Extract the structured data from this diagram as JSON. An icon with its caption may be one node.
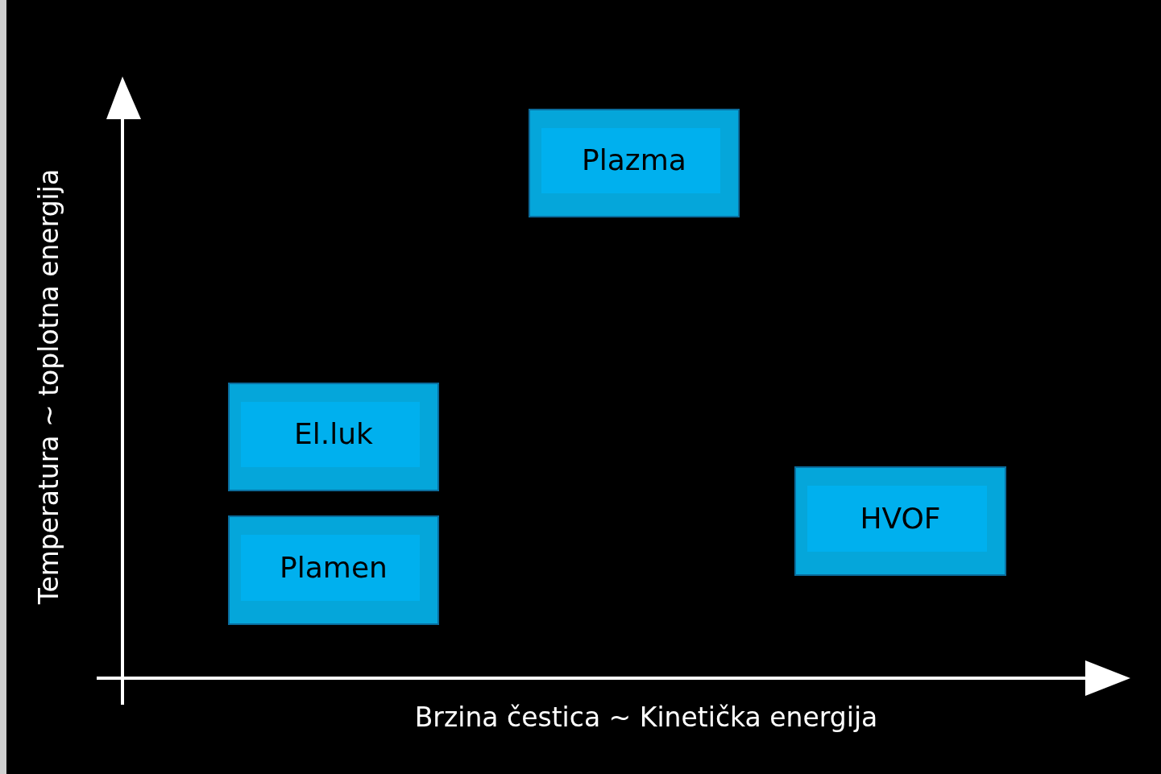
{
  "diagram": {
    "nodes": [
      {
        "text": [
          "Plazma"
        ]
      },
      {
        "text": [
          "El.luk"
        ]
      },
      {
        "text": [
          "Plamen"
        ]
      },
      {
        "text": [
          "HVOF"
        ]
      }
    ],
    "labels": [
      "Temperatura ~ toplotna energija",
      "Brzina čestica ~ Kinetička energija"
    ]
  }
}
